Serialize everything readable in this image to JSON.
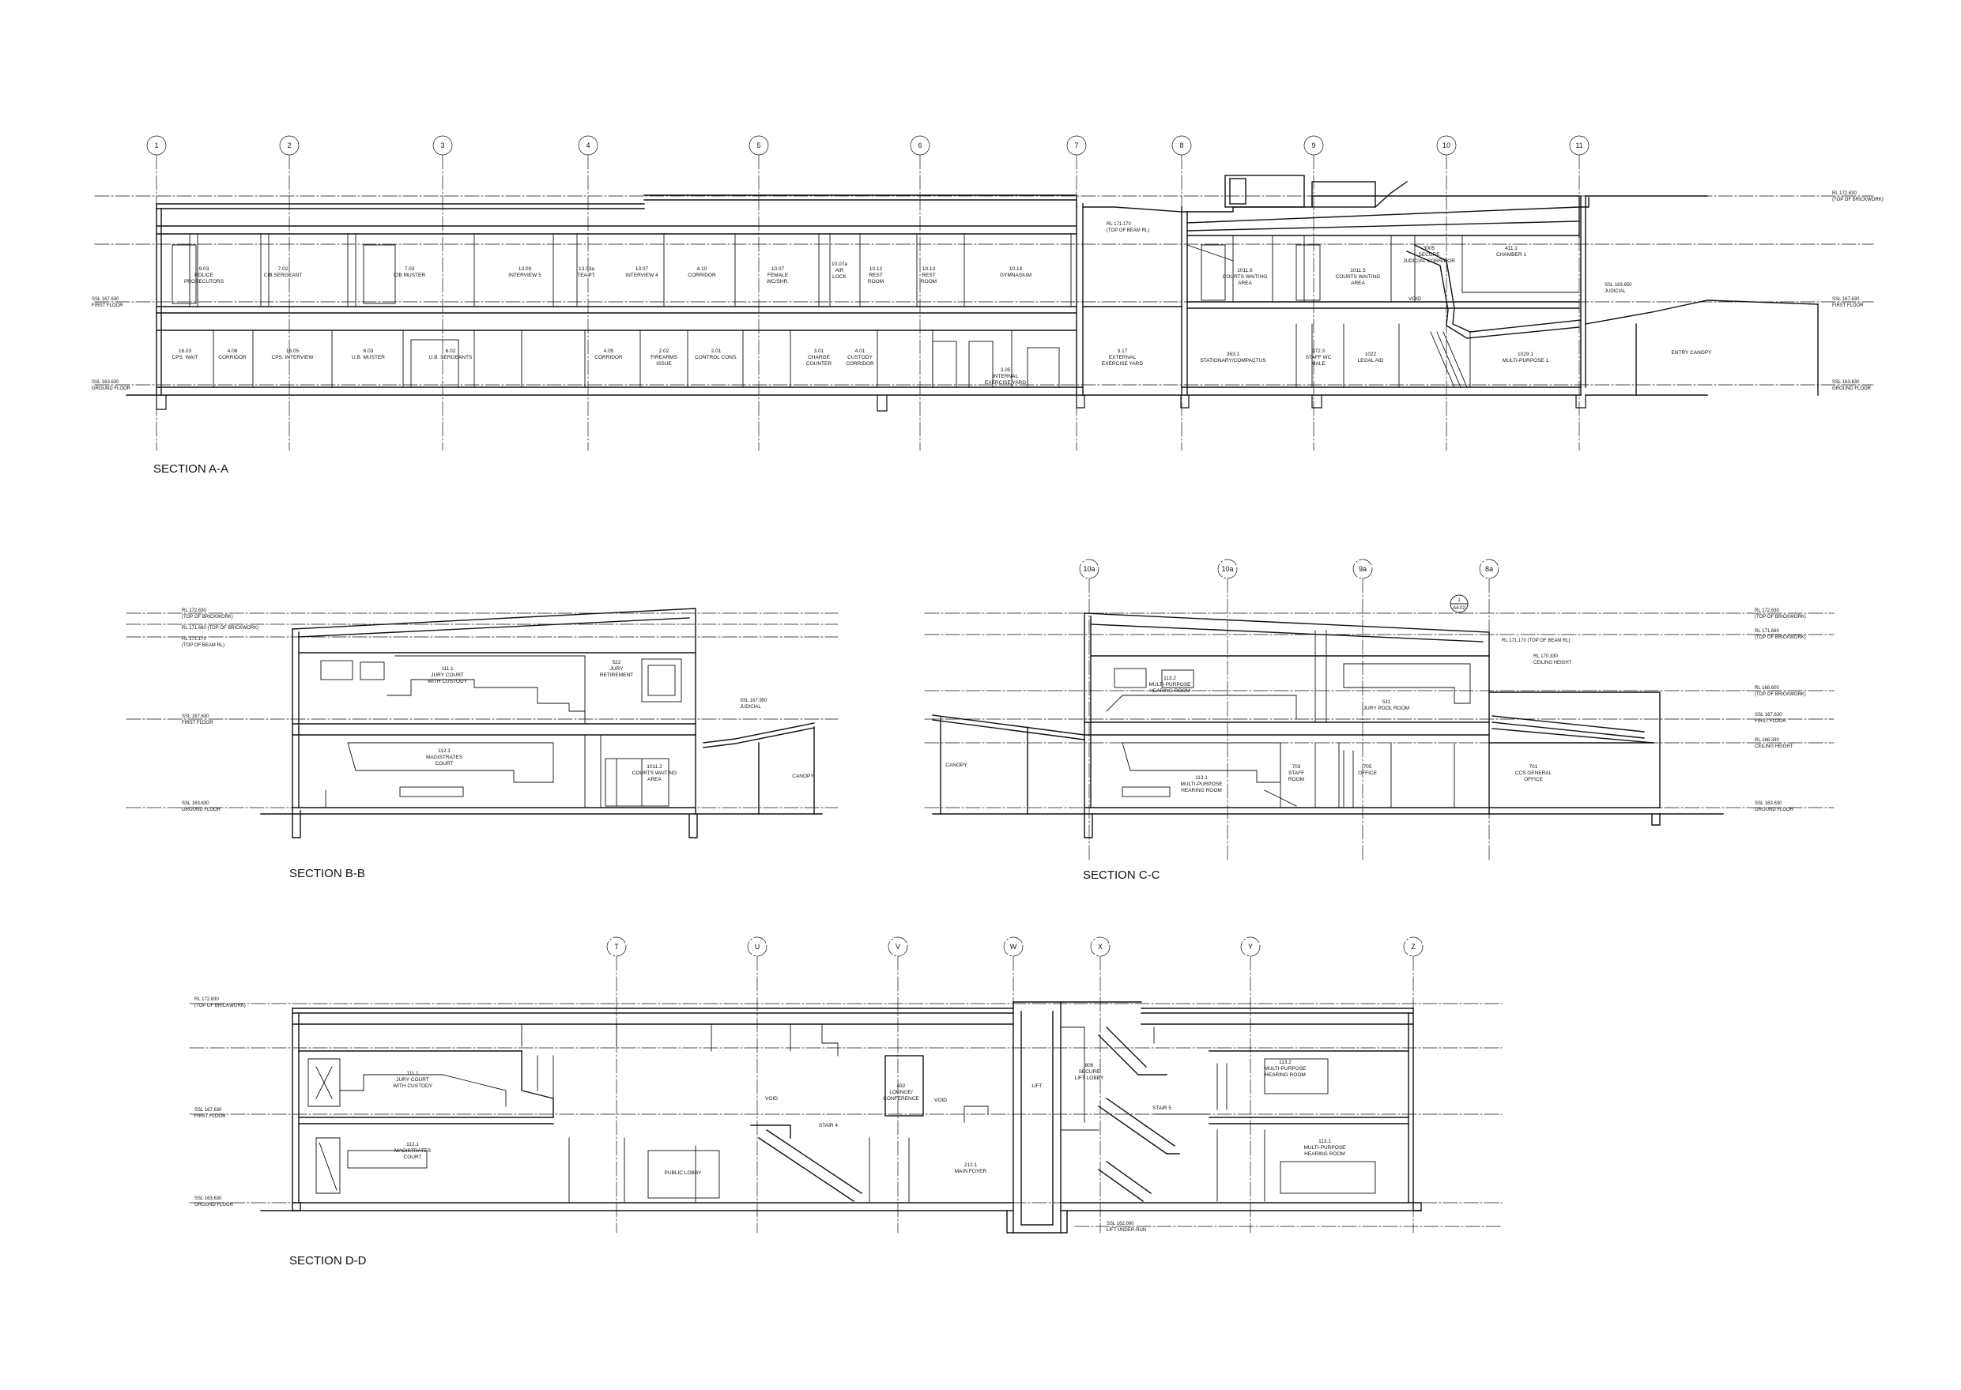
{
  "sections": [
    {
      "id": "A",
      "title": "SECTION A-A",
      "grids": [
        "1",
        "2",
        "3",
        "4",
        "5",
        "6",
        "7",
        "8",
        "9",
        "10",
        "11"
      ],
      "levels_left": [
        {
          "a": "SSL 167.630",
          "b": "FIRST FLOOR"
        },
        {
          "a": "SSL 163.630",
          "b": "GROUND FLOOR"
        }
      ],
      "levels_right": [
        {
          "a": "RL 172.630",
          "b": "(TOP OF BRICKWORK)"
        },
        {
          "a": "SSL 167.630",
          "b": "FIRST FLOOR"
        },
        {
          "a": "SSL 163.630",
          "b": "GROUND FLOOR"
        }
      ],
      "levels_mid": [
        {
          "a": "RL 171.170",
          "b": "(TOP OF BEAM RL)"
        },
        {
          "a": "SSL 163.650",
          "b": "JUDICIAL"
        }
      ],
      "upper_rooms": [
        {
          "n": "9.03",
          "l1": "POLICE",
          "l2": "PROSECUTORS"
        },
        {
          "n": "7.02",
          "l1": "CIB SERGEANT",
          "l2": ""
        },
        {
          "n": "7.03",
          "l1": "CIB MUSTER",
          "l2": ""
        },
        {
          "n": "13.09",
          "l1": "INTERVIEW 5",
          "l2": ""
        },
        {
          "n": "13.03a",
          "l1": "TEA PT.",
          "l2": ""
        },
        {
          "n": "13.07",
          "l1": "INTERVIEW 4",
          "l2": ""
        },
        {
          "n": "4.10",
          "l1": "CORRIDOR",
          "l2": ""
        },
        {
          "n": "10.07",
          "l1": "FEMALE",
          "l2": "WC/SHR."
        },
        {
          "n": "10.07a",
          "l1": "AIR",
          "l2": "LOCK"
        },
        {
          "n": "10.12",
          "l1": "REST",
          "l2": "ROOM"
        },
        {
          "n": "10.13",
          "l1": "REST",
          "l2": "ROOM"
        },
        {
          "n": "10.14",
          "l1": "GYMNASIUM",
          "l2": ""
        },
        {
          "n": "1011.6",
          "l1": "COURTS WAITING",
          "l2": "AREA"
        },
        {
          "n": "1011.5",
          "l1": "COURTS WAITING",
          "l2": "AREA"
        },
        {
          "n": "3005",
          "l1": "SECURE",
          "l2": "JUDICIAL CORRIDOR"
        },
        {
          "n": "411.1",
          "l1": "CHAMBER 1",
          "l2": ""
        }
      ],
      "lower_rooms": [
        {
          "n": "16.03",
          "l1": "CPS. WAIT",
          "l2": ""
        },
        {
          "n": "4.08",
          "l1": "CORRIDOR",
          "l2": ""
        },
        {
          "n": "16.05",
          "l1": "CPS. INTERVIEW",
          "l2": ""
        },
        {
          "n": "6.03",
          "l1": "U.B. MUSTER",
          "l2": ""
        },
        {
          "n": "6.02",
          "l1": "U.B. SERGEANTS",
          "l2": ""
        },
        {
          "n": "4.05",
          "l1": "CORRIDOR",
          "l2": ""
        },
        {
          "n": "2.02",
          "l1": "FIREARMS",
          "l2": "ISSUE"
        },
        {
          "n": "2.01",
          "l1": "CONTROL CONS.",
          "l2": ""
        },
        {
          "n": "3.01",
          "l1": "CHARGE",
          "l2": "COUNTER"
        },
        {
          "n": "4.01",
          "l1": "CUSTODY",
          "l2": "CORRIDOR"
        },
        {
          "n": "3.05",
          "l1": "INTERNAL",
          "l2": "EXERCISE YARD"
        },
        {
          "n": "3.17",
          "l1": "EXTERNAL",
          "l2": "EXERCISE YARD"
        },
        {
          "n": "363.1",
          "l1": "STATIONARY/COMPACTUS",
          "l2": ""
        },
        {
          "n": "372.3",
          "l1": "STAFF WC",
          "l2": "MALE"
        },
        {
          "n": "1022",
          "l1": "LEGAL AID",
          "l2": ""
        },
        {
          "n": "1029.1",
          "l1": "MULTI-PURPOSE 1",
          "l2": ""
        }
      ],
      "void_label": "VOID",
      "canopy_label": "ENTRY CANOPY"
    },
    {
      "id": "B",
      "title": "SECTION B-B",
      "levels": [
        {
          "a": "RL 172.630",
          "b": "(TOP OF BRICKWORK)"
        },
        {
          "a": "RL 171.660 (TOP OF BRICKWORK)",
          "b": ""
        },
        {
          "a": "RL 171.170",
          "b": "(TOP OF BEAM RL)"
        },
        {
          "a": "SSL 167.630",
          "b": "FIRST FLOOR"
        },
        {
          "a": "SSL 163.630",
          "b": "GROUND FLOOR"
        }
      ],
      "judicial": {
        "a": "SSL 167.950",
        "b": "JUDICIAL"
      },
      "rooms": [
        {
          "n": "111.1",
          "l1": "JURY COURT",
          "l2": "WITH CUSTODY"
        },
        {
          "n": "522",
          "l1": "JURY",
          "l2": "RETIREMENT"
        },
        {
          "n": "112.1",
          "l1": "MAGISTRATES",
          "l2": "COURT"
        },
        {
          "n": "1011.2",
          "l1": "COURTS WAITING",
          "l2": "AREA"
        }
      ],
      "canopy": "CANOPY"
    },
    {
      "id": "C",
      "title": "SECTION C-C",
      "grids": [
        "10a",
        "10a",
        "9a",
        "8a"
      ],
      "detail": {
        "top": "1",
        "bottom": "A4.02"
      },
      "levels": [
        {
          "a": "RL 172.630",
          "b": "(TOP OF BRICKWORK)"
        },
        {
          "a": "RL 171.660",
          "b": "(TOP OF BRICKWORK)"
        },
        {
          "a": "RL 168.600",
          "b": "(TOP OF BRICKWORK)"
        },
        {
          "a": "SSL 167.630",
          "b": "FIRST FLOOR"
        },
        {
          "a": "RL 166.330",
          "b": "CEILING HEIGHT"
        },
        {
          "a": "SSL 163.630",
          "b": "GROUND FLOOR"
        }
      ],
      "inner_levels": [
        {
          "a": "RL 171.170 (TOP OF BEAM RL)",
          "b": ""
        },
        {
          "a": "RL 170.330",
          "b": "CEILING HEIGHT"
        }
      ],
      "rooms": [
        {
          "n": "113.2",
          "l1": "MULTI-PURPOSE",
          "l2": "HEARING ROOM"
        },
        {
          "n": "511",
          "l1": "JURY POOL ROOM",
          "l2": ""
        },
        {
          "n": "113.1",
          "l1": "MULTI-PURPOSE",
          "l2": "HEARING ROOM"
        },
        {
          "n": "703",
          "l1": "STAFF",
          "l2": "ROOM"
        },
        {
          "n": "705",
          "l1": "OFFICE",
          "l2": ""
        },
        {
          "n": "701",
          "l1": "CCS GENERAL",
          "l2": "OFFICE"
        }
      ],
      "canopy": "CANOPY"
    },
    {
      "id": "D",
      "title": "SECTION D-D",
      "grids": [
        "T",
        "U",
        "V",
        "W",
        "X",
        "Y",
        "Z"
      ],
      "levels": [
        {
          "a": "RL 172.630",
          "b": "(TOP OF BRICKWORK)"
        },
        {
          "a": "SSL 167.630",
          "b": "FIRST FLOOR"
        },
        {
          "a": "SSL 163.630",
          "b": "GROUND FLOOR"
        }
      ],
      "pit": {
        "a": "SSL 162.000",
        "b": "LIFT UNDER-RUN"
      },
      "rooms": [
        {
          "n": "111.1",
          "l1": "JURY COURT",
          "l2": "WITH CUSTODY"
        },
        {
          "n": "112.1",
          "l1": "MAGISTRATES",
          "l2": "COURT"
        },
        {
          "n": "",
          "l1": "VOID",
          "l2": ""
        },
        {
          "n": "432",
          "l1": "LOUNGE/",
          "l2": "CONFERENCE"
        },
        {
          "n": "",
          "l1": "VOID",
          "l2": ""
        },
        {
          "n": "",
          "l1": "STAIR 4",
          "l2": ""
        },
        {
          "n": "",
          "l1": "PUBLIC LOBBY",
          "l2": ""
        },
        {
          "n": "212.1",
          "l1": "MAIN FOYER",
          "l2": ""
        },
        {
          "n": "",
          "l1": "LIFT",
          "l2": ""
        },
        {
          "n": "806",
          "l1": "SECURE",
          "l2": "LIFT LOBBY"
        },
        {
          "n": "",
          "l1": "STAIR 5",
          "l2": ""
        },
        {
          "n": "113.2",
          "l1": "MULTI-PURPOSE",
          "l2": "HEARING ROOM"
        },
        {
          "n": "113.1",
          "l1": "MULTI-PURPOSE",
          "l2": "HEARING ROOM"
        }
      ]
    }
  ]
}
